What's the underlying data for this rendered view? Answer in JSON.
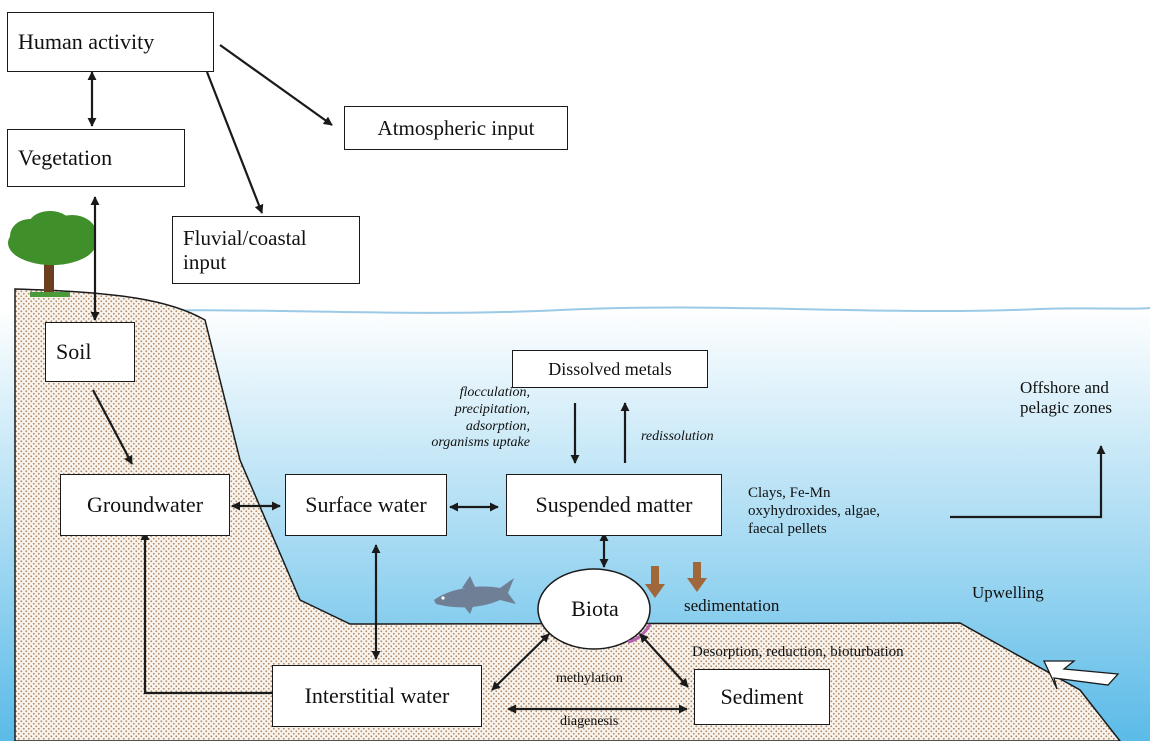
{
  "boxes": {
    "human_activity": "Human activity",
    "atmospheric_input": "Atmospheric input",
    "vegetation": "Vegetation",
    "fluvial_input_line1": "Fluvial/coastal",
    "fluvial_input_line2": "input",
    "soil": "Soil",
    "dissolved_metals": "Dissolved metals",
    "groundwater": "Groundwater",
    "surface_water": "Surface water",
    "suspended_matter": "Suspended matter",
    "biota": "Biota",
    "interstitial_water": "Interstitial water",
    "sediment": "Sediment"
  },
  "labels": {
    "processes_line1": "flocculation,",
    "processes_line2": "precipitation,",
    "processes_line3": "adsorption,",
    "processes_line4": "organisms uptake",
    "redissolution": "redissolution",
    "offshore_line1": "Offshore and",
    "offshore_line2": "pelagic zones",
    "particles_line1": "Clays, Fe-Mn",
    "particles_line2": "oxyhydroxides, algae,",
    "particles_line3": "faecal pellets",
    "sedimentation": "sedimentation",
    "upwelling": "Upwelling",
    "desorption": "Desorption, reduction, bioturbation",
    "methylation": "methylation",
    "diagenesis": "diagenesis"
  },
  "colors": {
    "sea_top": "#ffffff",
    "sea_bottom": "#5bbbe8",
    "land_fill": "#f8f3ec",
    "land_dots": "#b08a6a",
    "sedimentation_arrow": "#a0683a",
    "tree_canopy": "#3f8f2a",
    "tree_trunk": "#6b3e1f",
    "shark": "#6f7f96"
  }
}
